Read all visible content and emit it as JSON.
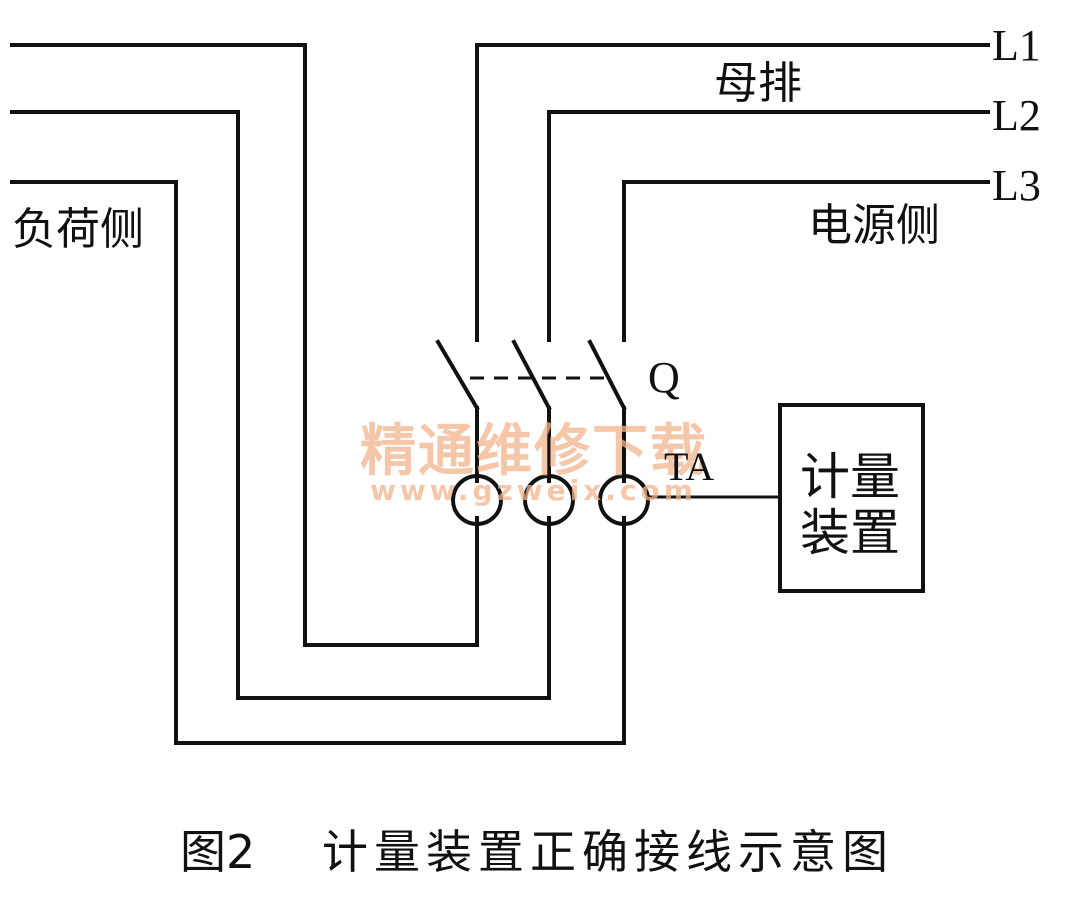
{
  "labels": {
    "line1": "L1",
    "line2": "L2",
    "line3": "L3",
    "busbar": "母排",
    "source_side": "电源侧",
    "load_side": "负荷侧",
    "switch": "Q",
    "current_transformer": "TA",
    "metering_line1": "计量",
    "metering_line2": "装置"
  },
  "caption": {
    "figure_number": "图2",
    "title": "计量装置正确接线示意图"
  },
  "watermark": {
    "name": "精通维修下载",
    "url": "www.gzweix.com"
  },
  "colors": {
    "line": "#111111",
    "watermark": "#f2b48c"
  }
}
